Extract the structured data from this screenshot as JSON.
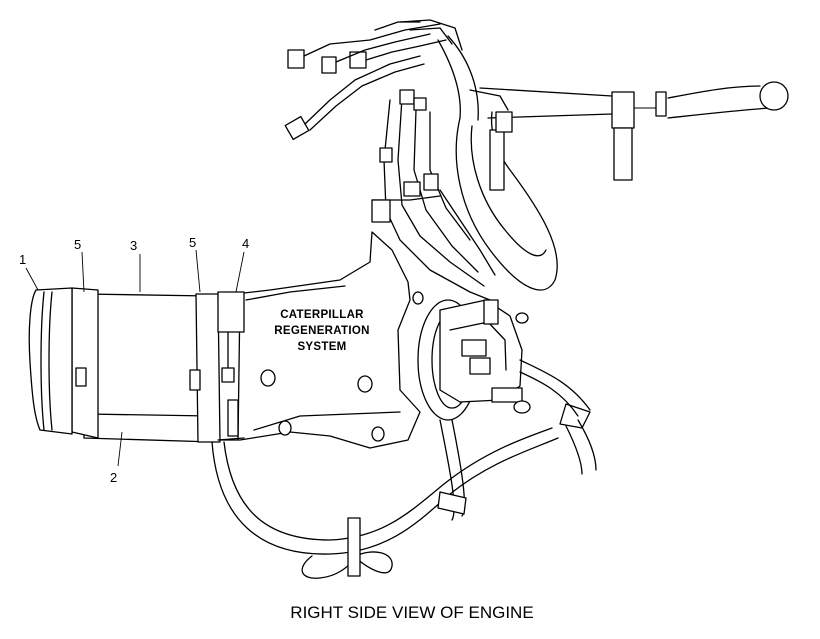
{
  "callouts": [
    {
      "id": "1",
      "text": "1"
    },
    {
      "id": "5a",
      "text": "5"
    },
    {
      "id": "3",
      "text": "3"
    },
    {
      "id": "5b",
      "text": "5"
    },
    {
      "id": "4",
      "text": "4"
    },
    {
      "id": "2",
      "text": "2"
    }
  ],
  "body_label": {
    "line1": "CATERPILLAR",
    "line2": "REGENERATION",
    "line3": "SYSTEM"
  },
  "caption": "RIGHT SIDE VIEW OF ENGINE",
  "colors": {
    "ink": "#000000",
    "paper": "#ffffff"
  }
}
